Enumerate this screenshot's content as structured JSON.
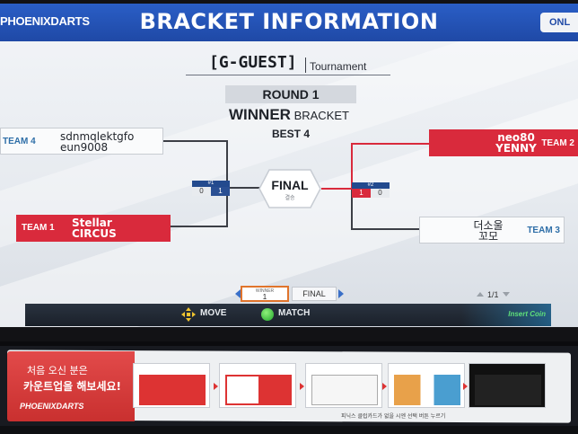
{
  "header": {
    "brand": "PHOENIXDARTS",
    "title": "BRACKET INFORMATION",
    "online": "ONL"
  },
  "tournament": {
    "name": "[G-GUEST]",
    "type": "Tournament",
    "round": "ROUND 1",
    "bracket_big": "WINNER",
    "bracket_small": " BRACKET",
    "best_of": "BEST 4"
  },
  "teams": {
    "team4": {
      "label": "TEAM 4",
      "player1": "sdnmqlektgfo",
      "player2": "eun9008"
    },
    "team1": {
      "label": "TEAM 1",
      "player1": "Stellar",
      "player2": "CIRCUS"
    },
    "team2": {
      "label": "TEAM 2",
      "player1": "neo80",
      "player2": "YENNY"
    },
    "team3": {
      "label": "TEAM 3",
      "player1": "더소울",
      "player2": "꼬모"
    }
  },
  "matches": {
    "m1": {
      "seed": "#1",
      "score_left": "0",
      "score_right": "1"
    },
    "m2": {
      "seed": "#2",
      "score_left": "1",
      "score_right": "0"
    }
  },
  "final": {
    "label": "FINAL",
    "sub": "결승"
  },
  "nav": {
    "tab_winner_top": "WINNER",
    "tab_winner_bottom": "1",
    "tab_final": "FINAL",
    "page": "1/1"
  },
  "footer": {
    "move": "MOVE",
    "match": "MATCH",
    "insert_coin": "Insert Coin"
  },
  "banner": {
    "line1": "처음 오신 분은",
    "line2": "카운트업을 해보세요!",
    "brand": "PHOENIXDARTS",
    "caption": "피닉스 클럽카드가 없을 시엔 선택 버튼 누르기"
  },
  "colors": {
    "header_blue": "#2a5ec6",
    "team_red": "#d92a3c",
    "seed_blue": "#234a8e",
    "winner_tab_border": "#e0742c",
    "insert_coin_green": "#5fe07a"
  }
}
